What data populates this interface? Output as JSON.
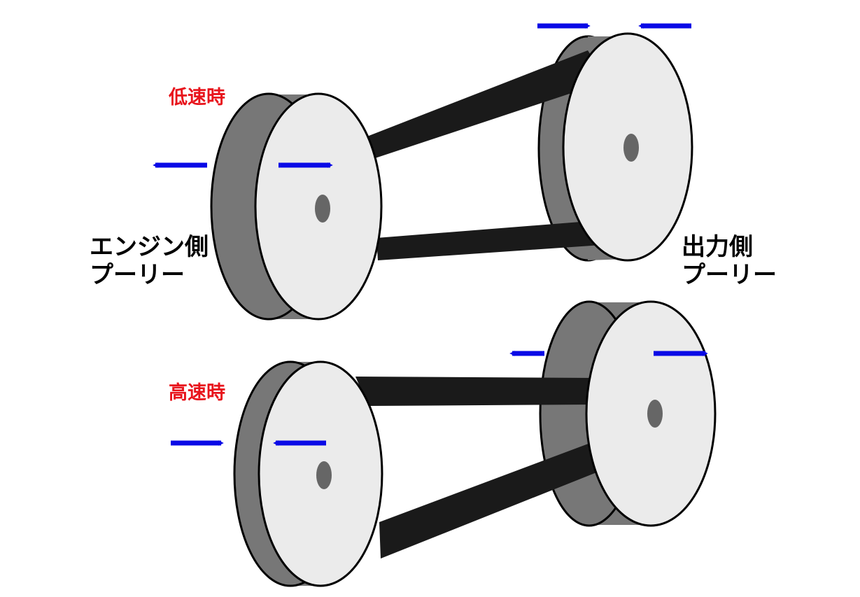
{
  "labels": {
    "low_speed": "低速時",
    "high_speed": "高速時",
    "engine_pulley_line1": "エンジン側",
    "engine_pulley_line2": "プーリー",
    "output_pulley_line1": "出力側",
    "output_pulley_line2": "プーリー"
  },
  "colors": {
    "speed_label": "#e8141c",
    "name_label": "#000000",
    "arrow": "#0a0ae6",
    "pulley_back": "#777777",
    "pulley_front": "#ebebeb",
    "belt": "#1a1a1a",
    "hub": "#666666",
    "outline": "#000000"
  }
}
